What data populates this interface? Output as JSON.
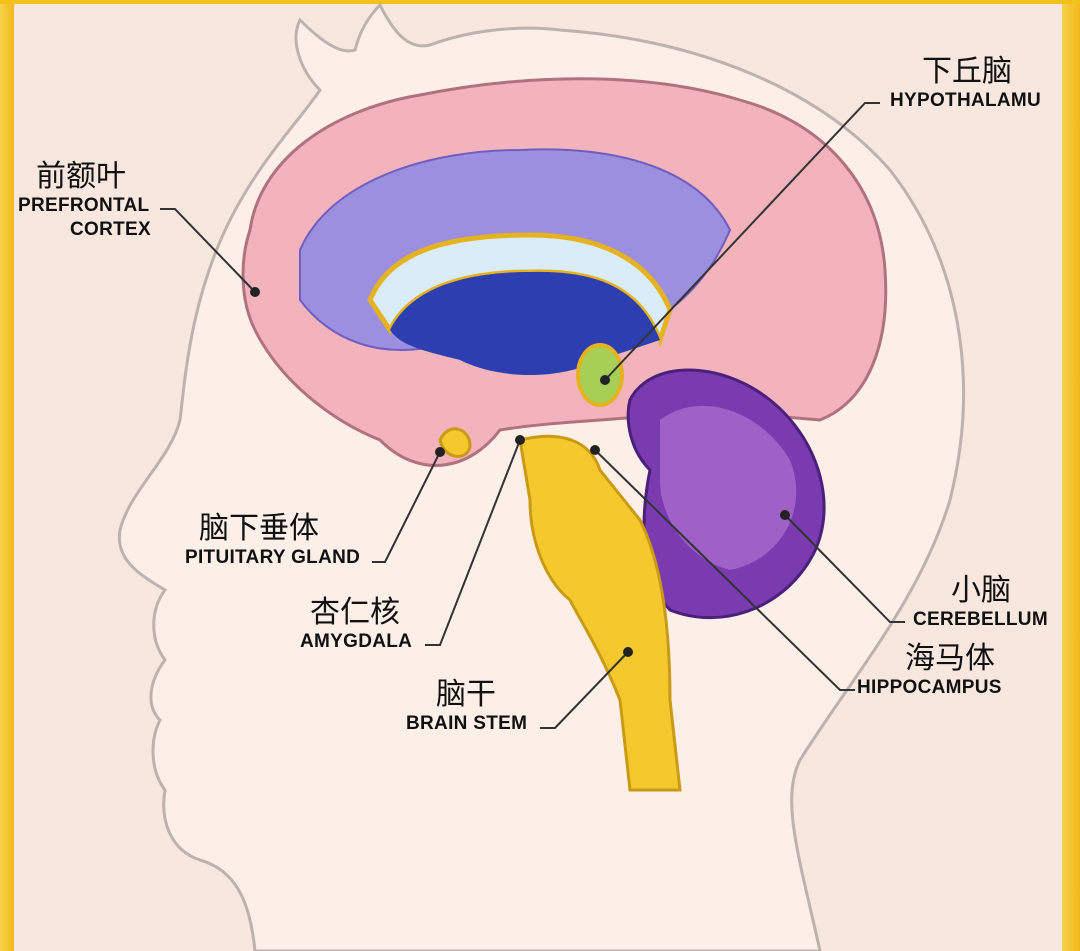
{
  "colors": {
    "background": "#f7e7df",
    "frame": "#f2c21b",
    "cortex": "#f2b3bd",
    "ventricle": "#9d8fe0",
    "corpus_callosum": "#2d3fb0",
    "brain_stem": "#f4c92e",
    "cerebellum": "#7a3ab0",
    "hypothalamus": "#a8cf55"
  },
  "labels": {
    "hypothalamus": {
      "zh": "下丘脑",
      "en": "HYPOTHALAMU"
    },
    "prefrontal": {
      "zh": "前额叶",
      "en_line1": "PREFRONTAL",
      "en_line2": "CORTEX"
    },
    "pituitary": {
      "zh": "脑下垂体",
      "en": "PITUITARY GLAND"
    },
    "amygdala": {
      "zh": "杏仁核",
      "en": "AMYGDALA"
    },
    "brain_stem": {
      "zh": "脑干",
      "en": "BRAIN STEM"
    },
    "cerebellum": {
      "zh": "小脑",
      "en": "CEREBELLUM"
    },
    "hippocampus": {
      "zh": "海马体",
      "en": "HIPPOCAMPUS"
    }
  }
}
